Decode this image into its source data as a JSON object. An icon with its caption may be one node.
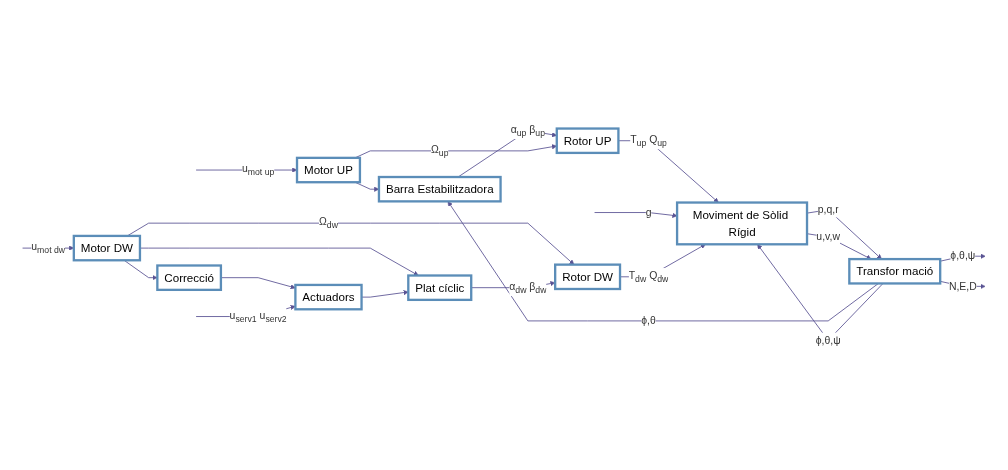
{
  "diagram": {
    "nodes": [
      {
        "text": [
          "Barra Estabilitzadora"
        ]
      },
      {
        "text": [
          "Motor UP"
        ]
      },
      {
        "text": [
          "Rotor UP"
        ]
      },
      {
        "text": [
          "Moviment de Sòlid Rígid"
        ]
      },
      {
        "text": [
          "Transfor mació"
        ]
      },
      {
        "text": [
          "Motor DW"
        ]
      },
      {
        "text": [
          "Rotor DW"
        ]
      },
      {
        "text": [
          "Correcció"
        ]
      },
      {
        "text": [
          "Plat cíclic"
        ]
      },
      {
        "text": [
          "Actuadors"
        ]
      }
    ],
    "edges": [
      {
        "from": null,
        "to": 1,
        "arrow": "to",
        "label": "u$_{mot up}$"
      },
      {
        "from": 1,
        "to": 0,
        "arrow": "to"
      },
      {
        "from": 0,
        "to": 2,
        "arrow": "to",
        "label": "α$_{up}$ β$_{up}$"
      },
      {
        "from": 1,
        "to": 2,
        "arrow": "to",
        "label": "Ω$_{up}$"
      },
      {
        "from": 2,
        "to": 3,
        "arrow": "to",
        "label": "T$_{up}$ Q$_{up}$"
      },
      {
        "from": 3,
        "to": 4,
        "arrow": "to",
        "label": "p,q,r"
      },
      {
        "from": 3,
        "to": 4,
        "arrow": "to",
        "label": "u,v,w"
      },
      {
        "from": 4,
        "to": null,
        "arrow": "to",
        "label": "ϕ,θ,ψ"
      },
      {
        "from": 4,
        "to": null,
        "arrow": "to",
        "label": "N,E,D"
      },
      {
        "from": 4,
        "to": 0,
        "arrow": "to",
        "label": "ϕ,θ"
      },
      {
        "from": 4,
        "to": 3,
        "arrow": "to",
        "label": "ϕ,θ,ψ"
      },
      {
        "from": null,
        "to": 3,
        "arrow": "to",
        "label": "g"
      },
      {
        "from": 6,
        "to": 3,
        "arrow": "to",
        "label": "T$_{dw}$ Q$_{dw}$"
      },
      {
        "from": null,
        "to": 5,
        "arrow": "to",
        "label": "u$_{mot dw}$"
      },
      {
        "from": 5,
        "to": 8,
        "arrow": "to"
      },
      {
        "from": 5,
        "to": 7,
        "arrow": "to"
      },
      {
        "from": 5,
        "to": 6,
        "arrow": "to",
        "label": "Ω$_{dw}$"
      },
      {
        "from": 8,
        "to": 6,
        "arrow": "to",
        "label": "α$_{dw}$ β$_{dw}$"
      },
      {
        "from": 7,
        "to": 9,
        "arrow": "to"
      },
      {
        "from": null,
        "to": 9,
        "arrow": "to",
        "label": "u$_{serv1}$ u$_{serv2}$"
      },
      {
        "from": 9,
        "to": 8,
        "arrow": "to"
      }
    ]
  }
}
